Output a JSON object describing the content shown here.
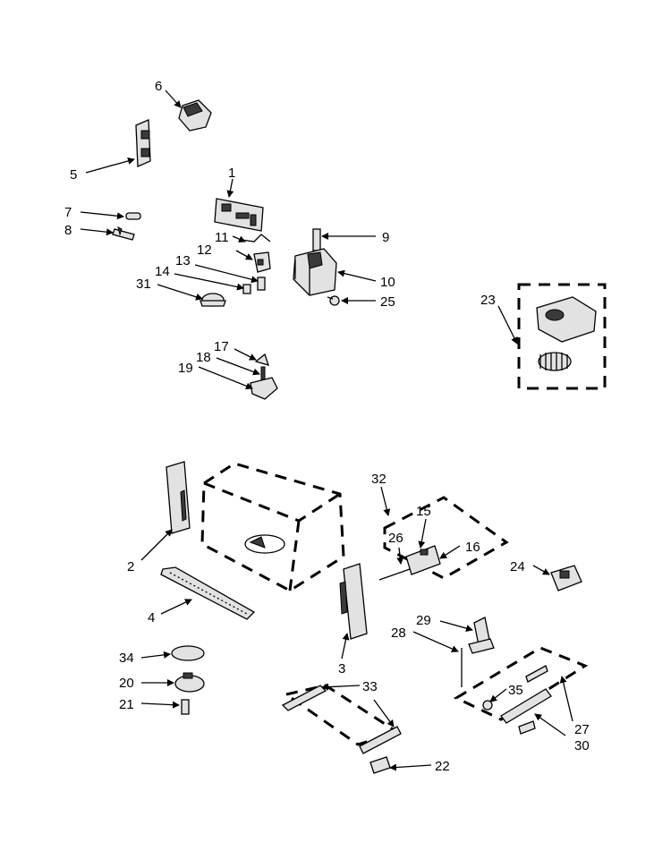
{
  "diagram": {
    "callouts": [
      "1",
      "2",
      "3",
      "4",
      "5",
      "6",
      "7",
      "8",
      "9",
      "10",
      "11",
      "12",
      "13",
      "14",
      "15",
      "16",
      "17",
      "18",
      "19",
      "20",
      "21",
      "22",
      "23",
      "24",
      "25",
      "26",
      "27",
      "28",
      "29",
      "30",
      "31",
      "32",
      "33",
      "34",
      "35"
    ]
  }
}
